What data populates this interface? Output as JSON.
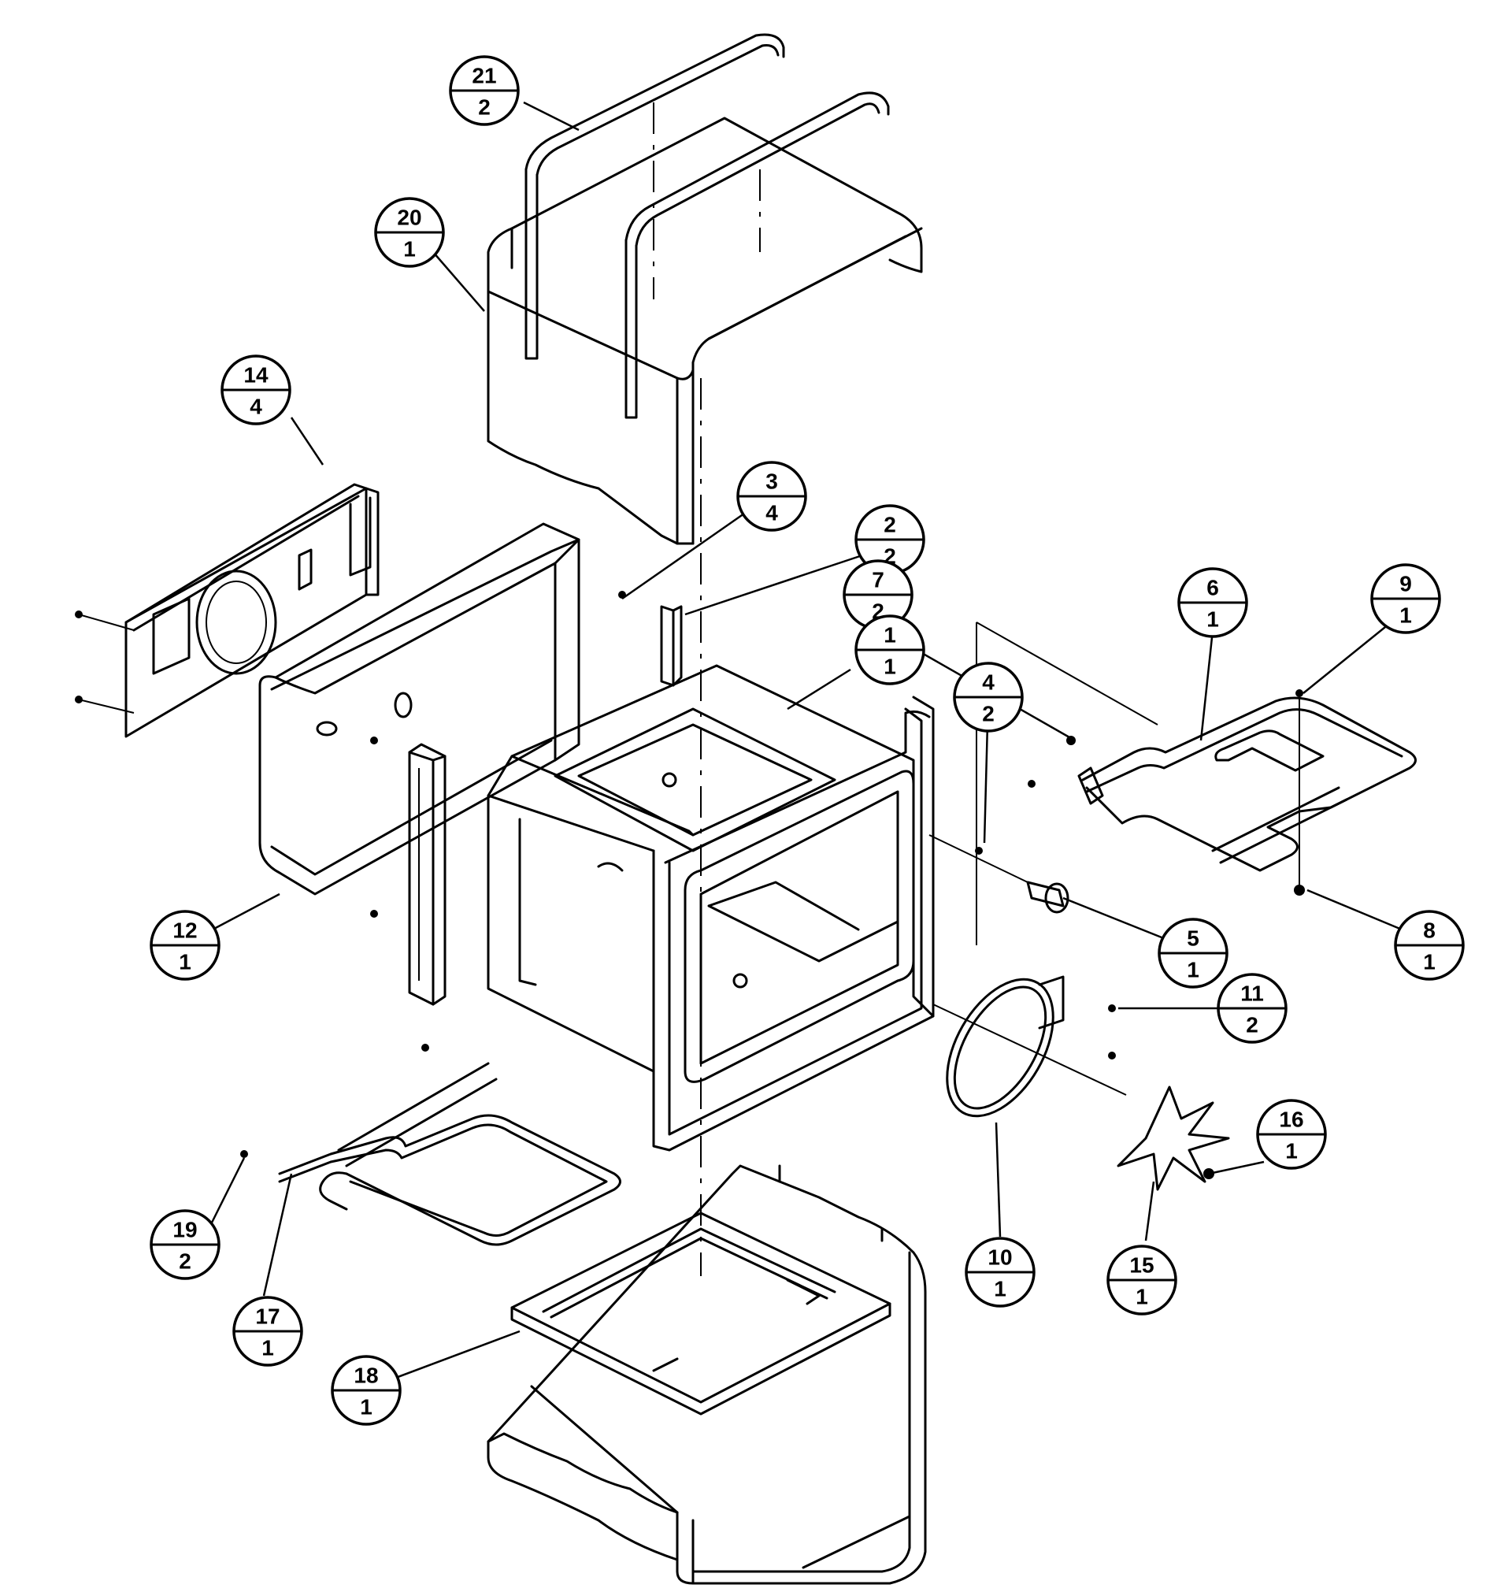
{
  "callouts": [
    {
      "part": "21",
      "qty": "2"
    },
    {
      "part": "20",
      "qty": "1"
    },
    {
      "part": "14",
      "qty": "4"
    },
    {
      "part": "3",
      "qty": "4"
    },
    {
      "part": "2",
      "qty": "2"
    },
    {
      "part": "7",
      "qty": "2"
    },
    {
      "part": "6",
      "qty": "1"
    },
    {
      "part": "9",
      "qty": "1"
    },
    {
      "part": "1",
      "qty": "1"
    },
    {
      "part": "4",
      "qty": "2"
    },
    {
      "part": "12",
      "qty": "1"
    },
    {
      "part": "5",
      "qty": "1"
    },
    {
      "part": "8",
      "qty": "1"
    },
    {
      "part": "11",
      "qty": "2"
    },
    {
      "part": "16",
      "qty": "1"
    },
    {
      "part": "19",
      "qty": "2"
    },
    {
      "part": "10",
      "qty": "1"
    },
    {
      "part": "15",
      "qty": "1"
    },
    {
      "part": "17",
      "qty": "1"
    },
    {
      "part": "18",
      "qty": "1"
    }
  ]
}
